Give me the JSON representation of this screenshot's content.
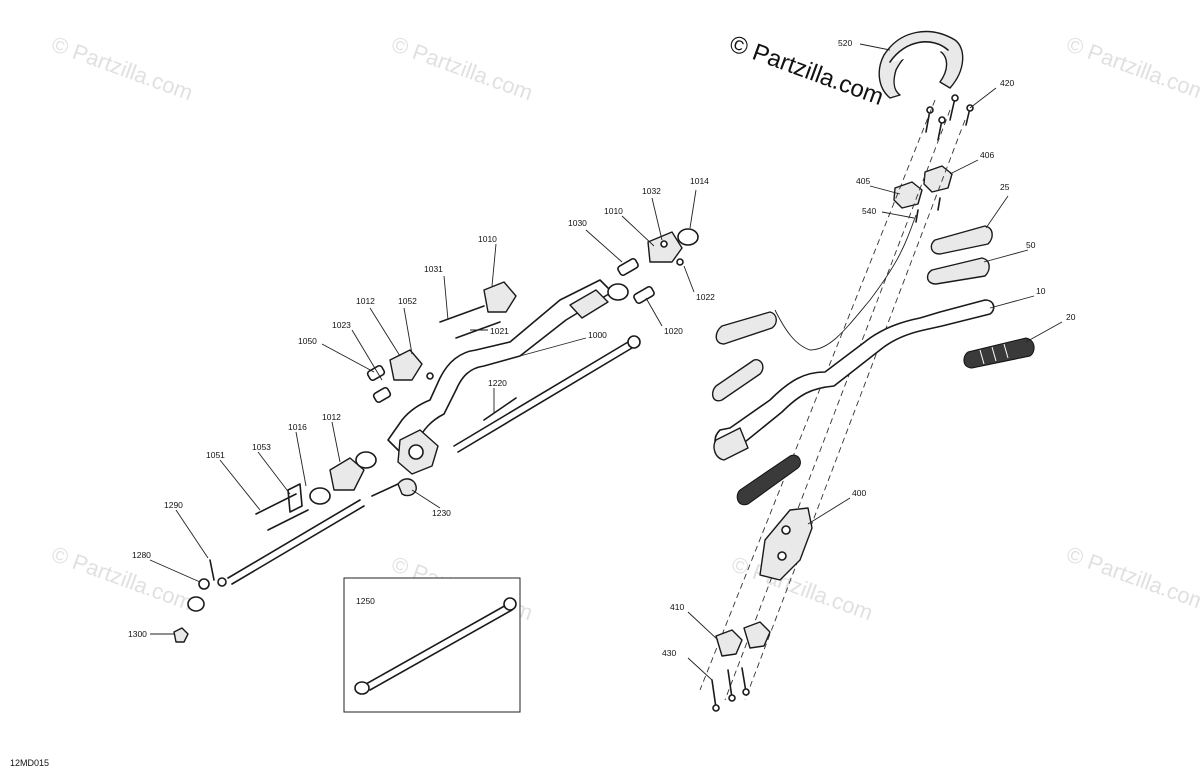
{
  "copyright": "© Partzilla.com",
  "watermark": "© Partzilla.com",
  "diagram_code": "12MD015",
  "callouts": {
    "c520": "520",
    "c420": "420",
    "c406": "406",
    "c405": "405",
    "c540": "540",
    "c25": "25",
    "c50": "50",
    "c10": "10",
    "c20": "20",
    "c400": "400",
    "c410": "410",
    "c430": "430",
    "c1014": "1014",
    "c1032": "1032",
    "c1010a": "1010",
    "c1030": "1030",
    "c1010b": "1010",
    "c1022": "1022",
    "c1031": "1031",
    "c1021": "1021",
    "c1020": "1020",
    "c1012a": "1012",
    "c1052": "1052",
    "c1023": "1023",
    "c1050": "1050",
    "c1000": "1000",
    "c1220": "1220",
    "c1016": "1016",
    "c1012b": "1012",
    "c1051": "1051",
    "c1053": "1053",
    "c1230": "1230",
    "c1290": "1290",
    "c1280": "1280",
    "c1300": "1300",
    "c1250": "1250"
  }
}
